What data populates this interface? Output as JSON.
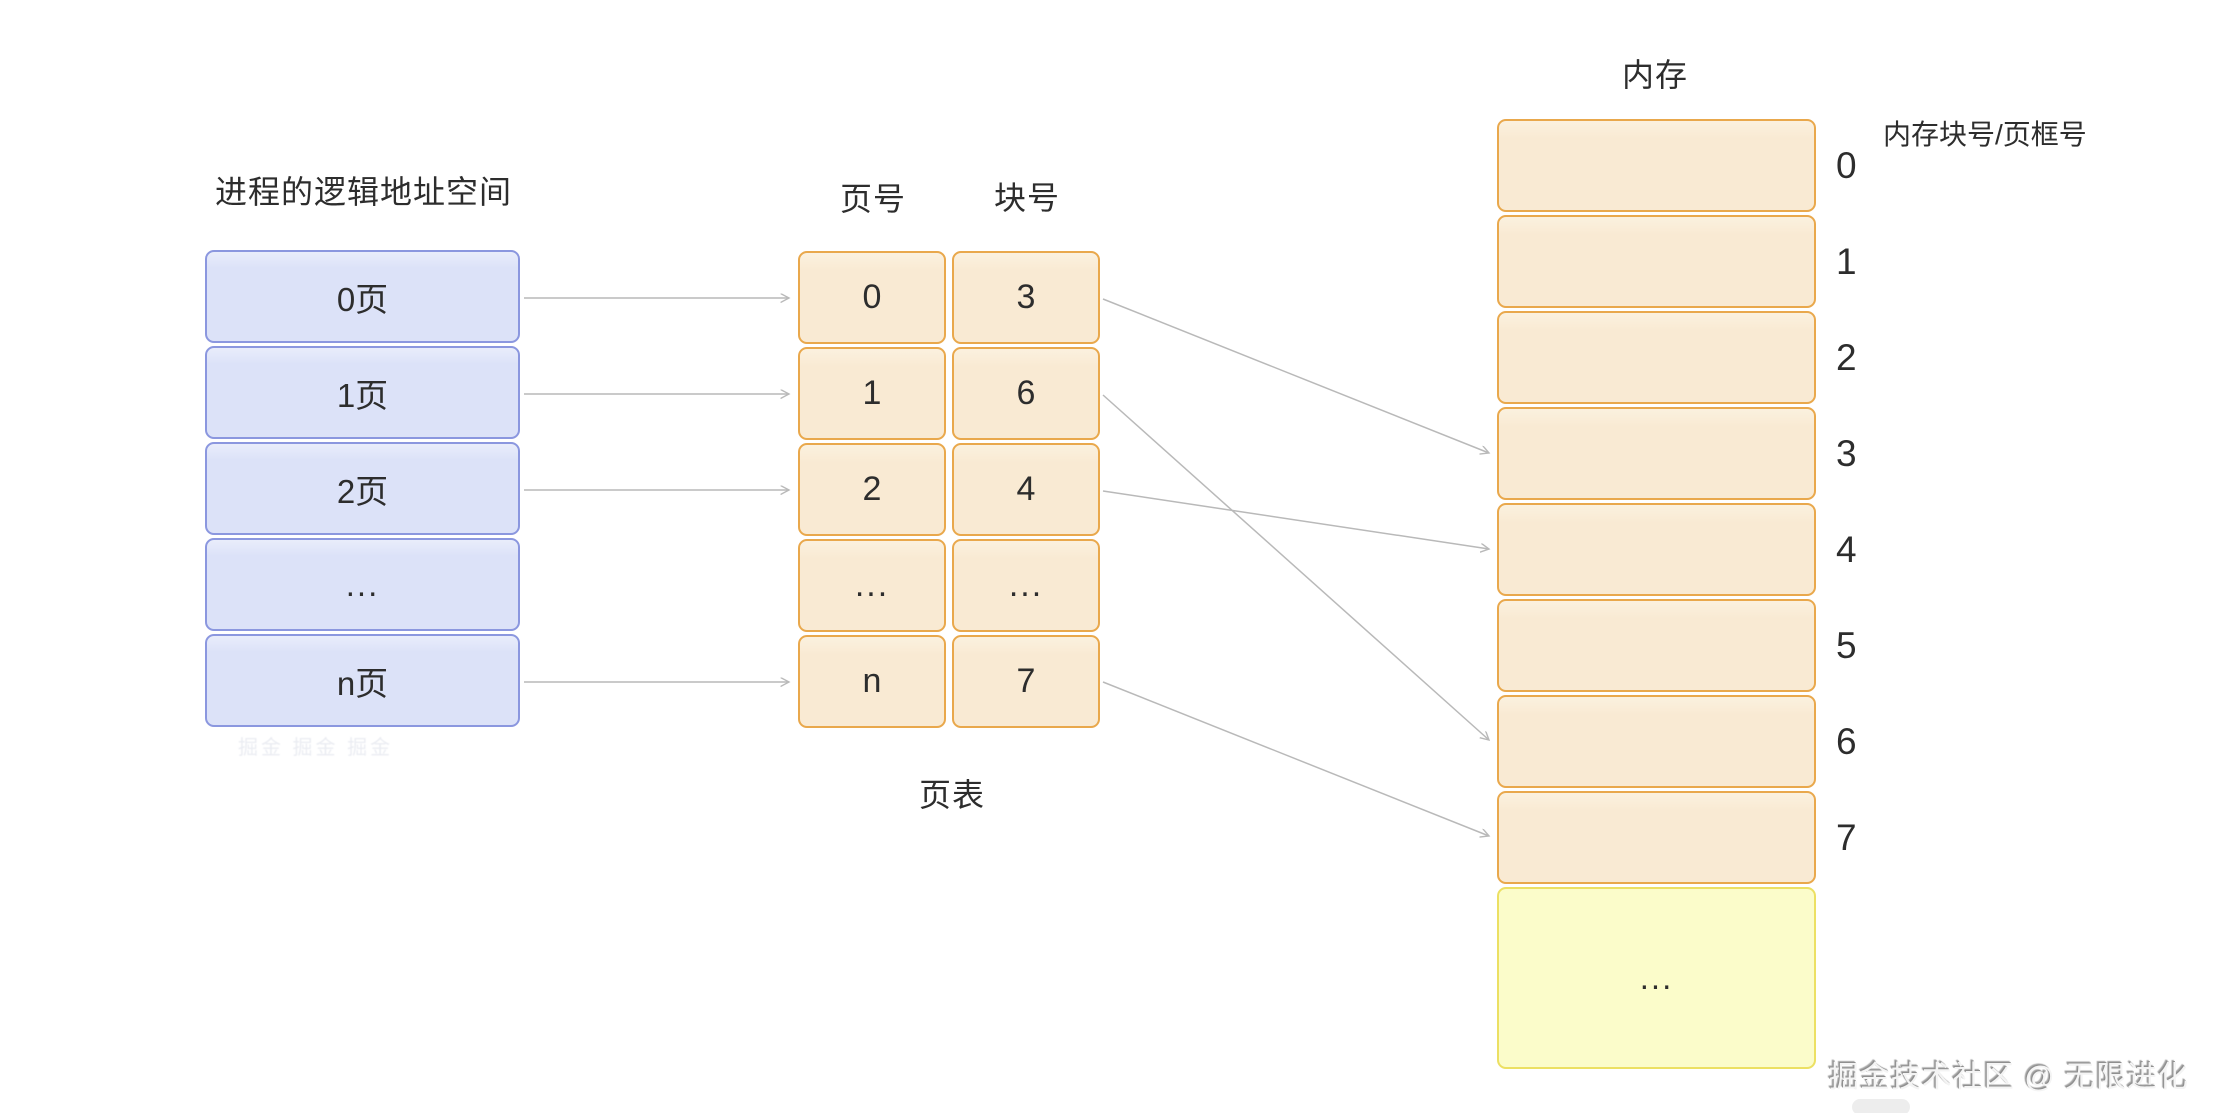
{
  "diagram": {
    "logical_space": {
      "title": "进程的逻辑地址空间",
      "pages": [
        "0页",
        "1页",
        "2页",
        "...",
        "n页"
      ]
    },
    "page_table": {
      "label": "页表",
      "headers": {
        "page_no": "页号",
        "block_no": "块号"
      },
      "rows": [
        {
          "page": "0",
          "block": "3"
        },
        {
          "page": "1",
          "block": "6"
        },
        {
          "page": "2",
          "block": "4"
        },
        {
          "page": "...",
          "block": "..."
        },
        {
          "page": "n",
          "block": "7"
        }
      ]
    },
    "memory": {
      "title": "内存",
      "frame_index_label": "内存块号/页框号",
      "frame_numbers": [
        "0",
        "1",
        "2",
        "3",
        "4",
        "5",
        "6",
        "7"
      ],
      "ellipsis": "..."
    },
    "mappings": {
      "logical_pages_to_table_rows": [
        0,
        1,
        2,
        4
      ],
      "block_to_frame": [
        {
          "table_row": 0,
          "block": "3",
          "frame": 3
        },
        {
          "table_row": 1,
          "block": "6",
          "frame": 6
        },
        {
          "table_row": 2,
          "block": "4",
          "frame": 4
        },
        {
          "table_row": 4,
          "block": "7",
          "frame": 7
        }
      ]
    },
    "colors": {
      "logical_fill": "#dce2f8",
      "logical_border": "#8b97df",
      "table_fill": "#f9ead3",
      "table_border": "#e9a84c",
      "ellipsis_fill": "#fbfcca",
      "ellipsis_border": "#ece063",
      "arrow": "#b9b9b9",
      "text": "#2d2d2d"
    }
  },
  "watermark": {
    "text": "掘金技术社区 @ 无限进化",
    "faint_text": "掘金 掘金 掘金"
  }
}
